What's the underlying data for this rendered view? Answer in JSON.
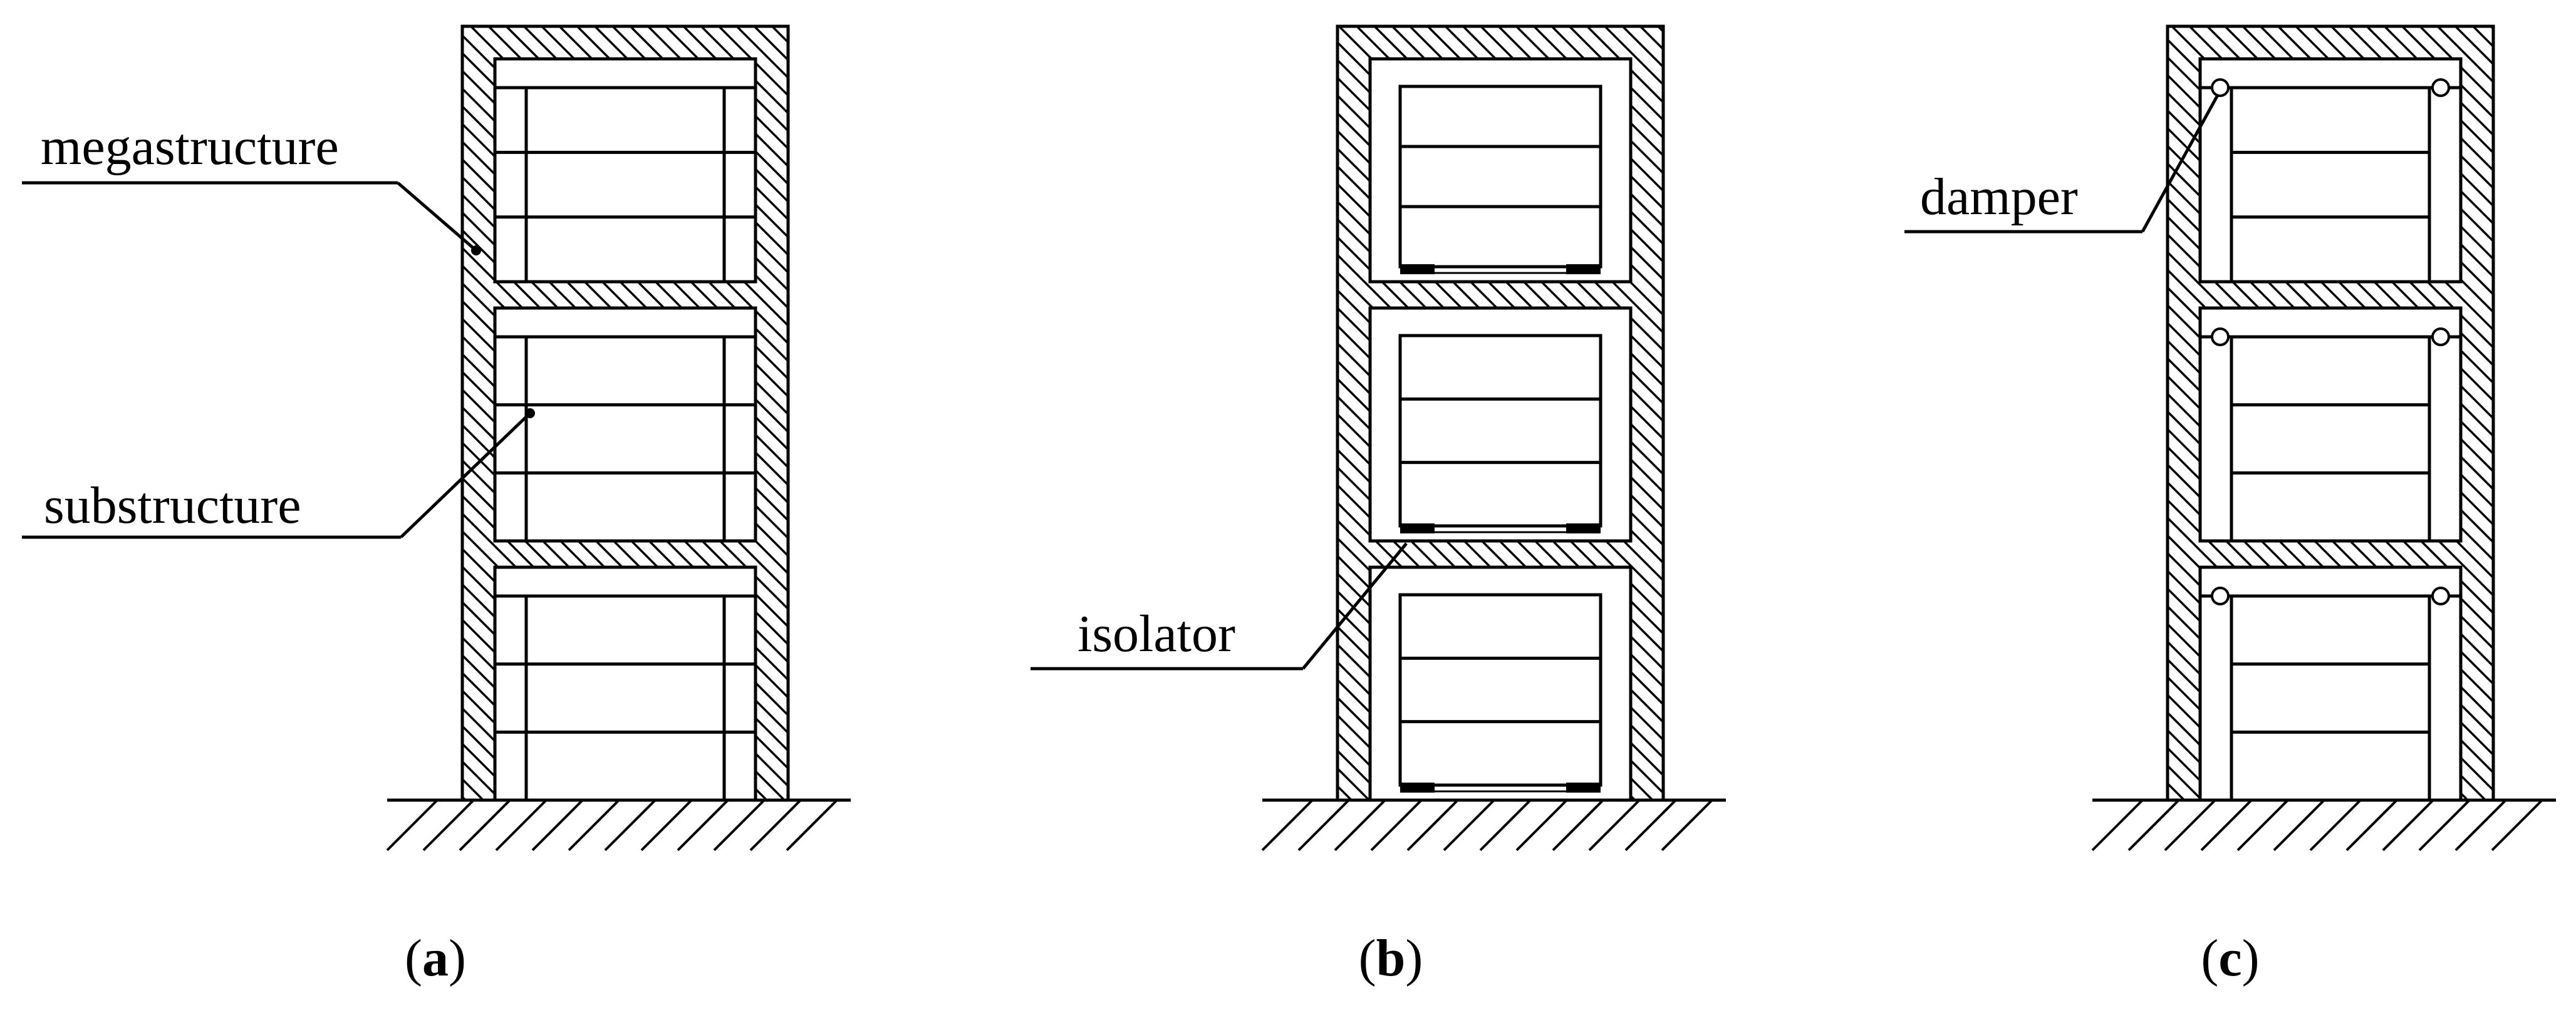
{
  "labels": {
    "megastructure": "megastructure",
    "substructure": "substructure",
    "isolator": "isolator",
    "damper": "damper"
  },
  "captions": [
    {
      "open": "(",
      "letter": "a",
      "close": ")"
    },
    {
      "open": "(",
      "letter": "b",
      "close": ")"
    },
    {
      "open": "(",
      "letter": "c",
      "close": ")"
    }
  ],
  "colors": {
    "ink": "#000000",
    "paper": "#ffffff"
  }
}
